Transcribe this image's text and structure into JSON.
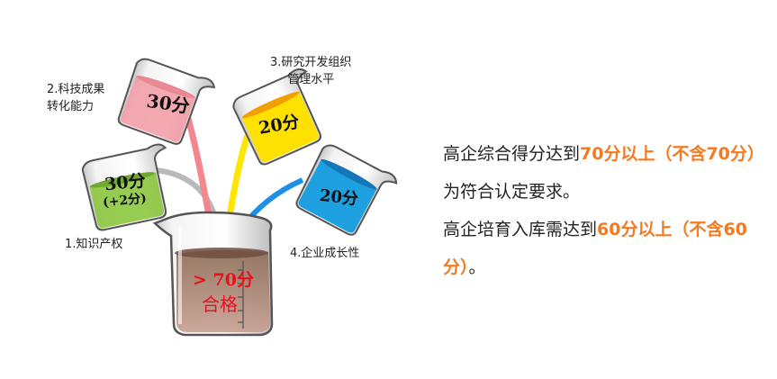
{
  "beakers": [
    {
      "id": "ip",
      "label": "1.知识产权",
      "score": "30分",
      "bonus": "(+2分)",
      "color": "#8cc63f"
    },
    {
      "id": "tech",
      "label_lines": [
        "2.科技成果",
        "转化能力"
      ],
      "score": "30分",
      "color": "#f29aa3"
    },
    {
      "id": "rd",
      "label_lines": [
        "3.研究开发组织",
        "管理水平"
      ],
      "score": "20分",
      "color": "#ffe100"
    },
    {
      "id": "growth",
      "label": "4.企业成长性",
      "score": "20分",
      "color": "#1e9fe0"
    }
  ],
  "result": {
    "line1": "> 70分",
    "line2": "合格"
  },
  "text": {
    "p1": {
      "plain1": "高企综合得分达到",
      "highlight": "70分以上（不含70分）",
      "plain2": "为符合认定要求。"
    },
    "p2": {
      "plain1": "高企培育入库需达到",
      "highlight": "60分以上（不含60分）",
      "plain2": "。"
    }
  },
  "colors": {
    "highlight": "#f47a20",
    "result": "#e8101a"
  }
}
